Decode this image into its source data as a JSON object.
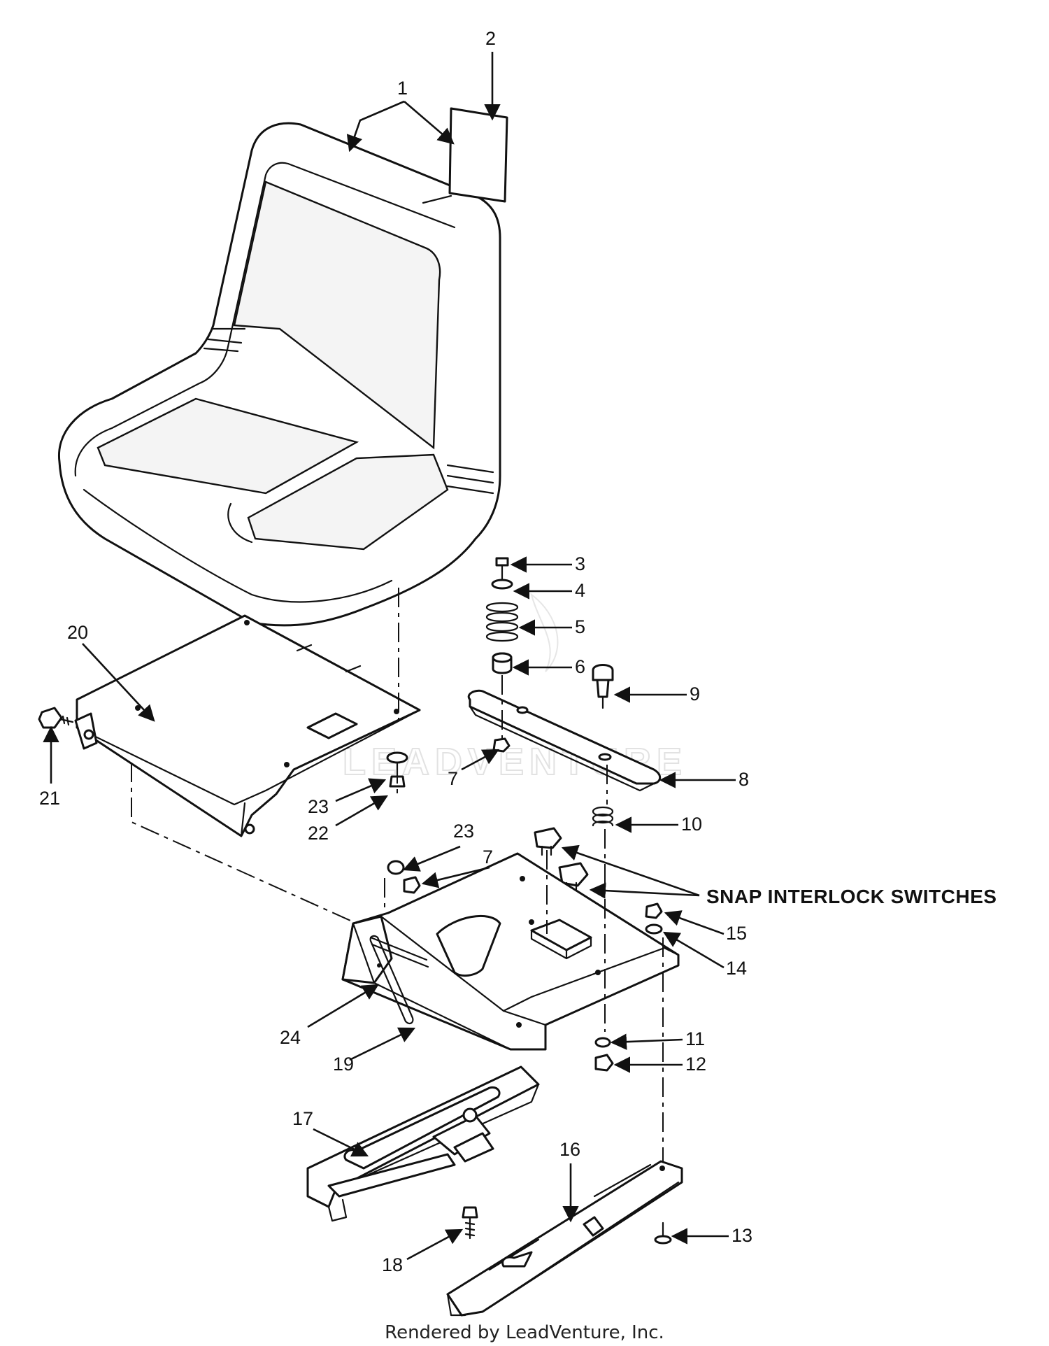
{
  "diagram": {
    "watermark": "LEADVENTURE",
    "callout": "SNAP INTERLOCK SWITCHES",
    "parts": [
      "1",
      "2",
      "3",
      "4",
      "5",
      "6",
      "7",
      "8",
      "9",
      "10",
      "11",
      "12",
      "13",
      "14",
      "15",
      "16",
      "17",
      "18",
      "19",
      "20",
      "21",
      "22",
      "23",
      "24",
      "7",
      "23"
    ]
  },
  "footer": "Rendered by LeadVenture, Inc."
}
